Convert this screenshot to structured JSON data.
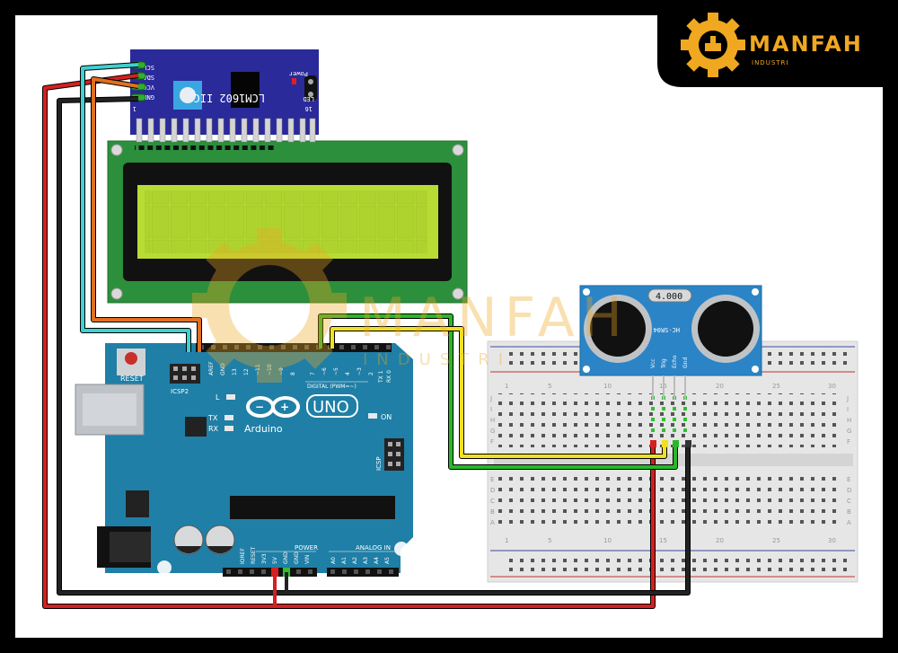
{
  "brand": {
    "name": "MANFAH",
    "tagline": "INDUSTRI",
    "watermark_name": "MANFAH",
    "watermark_tagline": "INDUSTRI"
  },
  "i2c_module": {
    "title": "LCM1602 IIC",
    "power_label": "Power",
    "led_label": "LED",
    "pin_16": "16",
    "pin_1": "1",
    "pins": [
      "SCL",
      "SDA",
      "VCC",
      "GND"
    ]
  },
  "arduino": {
    "reset_label": "RESET",
    "icsp2_label": "ICSP2",
    "icsp_label": "ICSP",
    "l_label": "L",
    "tx_label": "TX",
    "rx_label": "RX",
    "on_label": "ON",
    "uno_label": "UNO",
    "brand_label": "Arduino",
    "digital_label": "DIGITAL (PWM=~)",
    "aref_label": "AREF",
    "gnd_label": "GND",
    "digital_pins": [
      "13",
      "12",
      "~11",
      "~10",
      "~9",
      "8",
      "7",
      "~6",
      "~5",
      "4",
      "~3",
      "2",
      "TX 1",
      "RX 0"
    ],
    "power_title": "POWER",
    "power_pins": [
      "IOREF",
      "RESET",
      "3V3",
      "5V",
      "GND",
      "GND",
      "VIN"
    ],
    "analog_title": "ANALOG IN",
    "analog_pins": [
      "A0",
      "A1",
      "A2",
      "A3",
      "A4",
      "A5"
    ]
  },
  "sensor": {
    "model": "HC-SR04",
    "crystal": "4.000",
    "pins": [
      "Vcc",
      "Trig",
      "Echo",
      "Gnd"
    ]
  },
  "breadboard": {
    "col_numbers": [
      "1",
      "5",
      "10",
      "15",
      "20",
      "25",
      "30"
    ],
    "row_letters_top": [
      "J",
      "I",
      "H",
      "G",
      "F"
    ],
    "row_letters_bottom": [
      "E",
      "D",
      "C",
      "B",
      "A"
    ]
  },
  "colors": {
    "scl_wire": "#3fd0d0",
    "sda_wire": "#e07020",
    "vcc_wire": "#d42020",
    "gnd_wire": "#111111",
    "trig_wire": "#f0e020",
    "echo_wire": "#28b828",
    "arduino_board": "#1f7fa6",
    "sensor_board": "#2b84c6",
    "i2c_board": "#2a2a9a",
    "lcd_pcb": "#2c8f3c",
    "lcd_screen": "#b8dc34",
    "brand_gold": "#f0a820"
  }
}
